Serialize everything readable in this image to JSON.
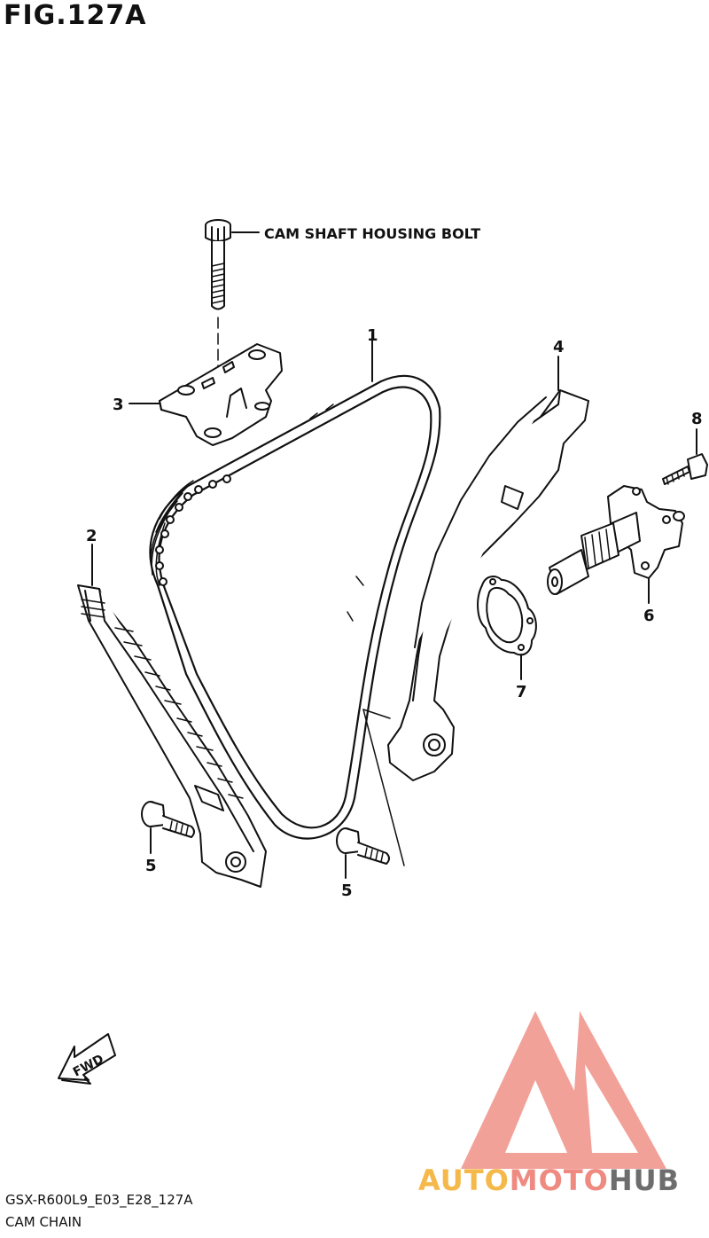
{
  "figure": {
    "title": "FIG.127A"
  },
  "callouts": [
    {
      "id": "cam-shaft-housing-bolt",
      "text": "CAM SHAFT HOUSING BOLT"
    },
    {
      "id": "part-1",
      "text": "1"
    },
    {
      "id": "part-2",
      "text": "2"
    },
    {
      "id": "part-3",
      "text": "3"
    },
    {
      "id": "part-4",
      "text": "4"
    },
    {
      "id": "part-5a",
      "text": "5"
    },
    {
      "id": "part-5b",
      "text": "5"
    },
    {
      "id": "part-6",
      "text": "6"
    },
    {
      "id": "part-7",
      "text": "7"
    },
    {
      "id": "part-8",
      "text": "8"
    }
  ],
  "fwd_arrow": {
    "text": "FWD"
  },
  "footer": {
    "model_code": "GSX-R600L9_E03_E28_127A",
    "caption": "CAM CHAIN"
  },
  "watermark": {
    "text": "AUTOMOTOHUB",
    "colors": {
      "auto": "#f5b84a",
      "moto": "#ef8a80",
      "hub": "#6d6d6d"
    }
  }
}
